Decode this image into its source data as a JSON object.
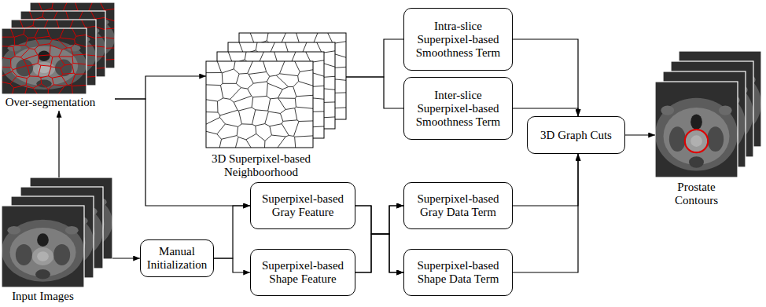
{
  "diagram": {
    "nodes": [
      {
        "text": [
          "Over-segmentation"
        ]
      },
      {
        "text": [
          "3D Superpixel-based Neighboorhood"
        ]
      },
      {
        "text": [
          "Intra-slice Superpixel-based Smoothness Term"
        ]
      },
      {
        "text": [
          "Inter-slice Superpixel-based Smoothness Term"
        ]
      },
      {
        "text": [
          "3D Graph Cuts"
        ]
      },
      {
        "text": [
          "Prostate Contours"
        ]
      },
      {
        "text": [
          "Input Images"
        ]
      },
      {
        "text": [
          "Manual Initialization"
        ]
      },
      {
        "text": [
          "Superpixel-based Gray Feature"
        ]
      },
      {
        "text": [
          "Superpixel-based Shape Feature"
        ]
      },
      {
        "text": [
          "Superpixel-based Gray Data Term"
        ]
      },
      {
        "text": [
          "Superpixel-based Shape Data Term"
        ]
      }
    ],
    "edges": [
      {
        "from": 6,
        "to": 0,
        "arrow": "to"
      },
      {
        "from": 0,
        "to": 1,
        "arrow": "to"
      },
      {
        "from": 0,
        "to": 8,
        "arrow": "to"
      },
      {
        "from": 6,
        "to": 7,
        "arrow": "to"
      },
      {
        "from": 7,
        "to": 8,
        "arrow": "to"
      },
      {
        "from": 7,
        "to": 9,
        "arrow": "to"
      },
      {
        "from": 1,
        "to": 2,
        "arrow": "none"
      },
      {
        "from": 1,
        "to": 3,
        "arrow": "none"
      },
      {
        "from": 8,
        "to": 10,
        "arrow": "to"
      },
      {
        "from": 8,
        "to": 11,
        "arrow": "to"
      },
      {
        "from": 9,
        "to": 10,
        "arrow": "to"
      },
      {
        "from": 9,
        "to": 11,
        "arrow": "to"
      },
      {
        "from": 2,
        "to": 4,
        "arrow": "to"
      },
      {
        "from": 3,
        "to": 4,
        "arrow": "to"
      },
      {
        "from": 10,
        "to": 4,
        "arrow": "to"
      },
      {
        "from": 11,
        "to": 4,
        "arrow": "to"
      },
      {
        "from": 4,
        "to": 5,
        "arrow": "to"
      }
    ]
  }
}
